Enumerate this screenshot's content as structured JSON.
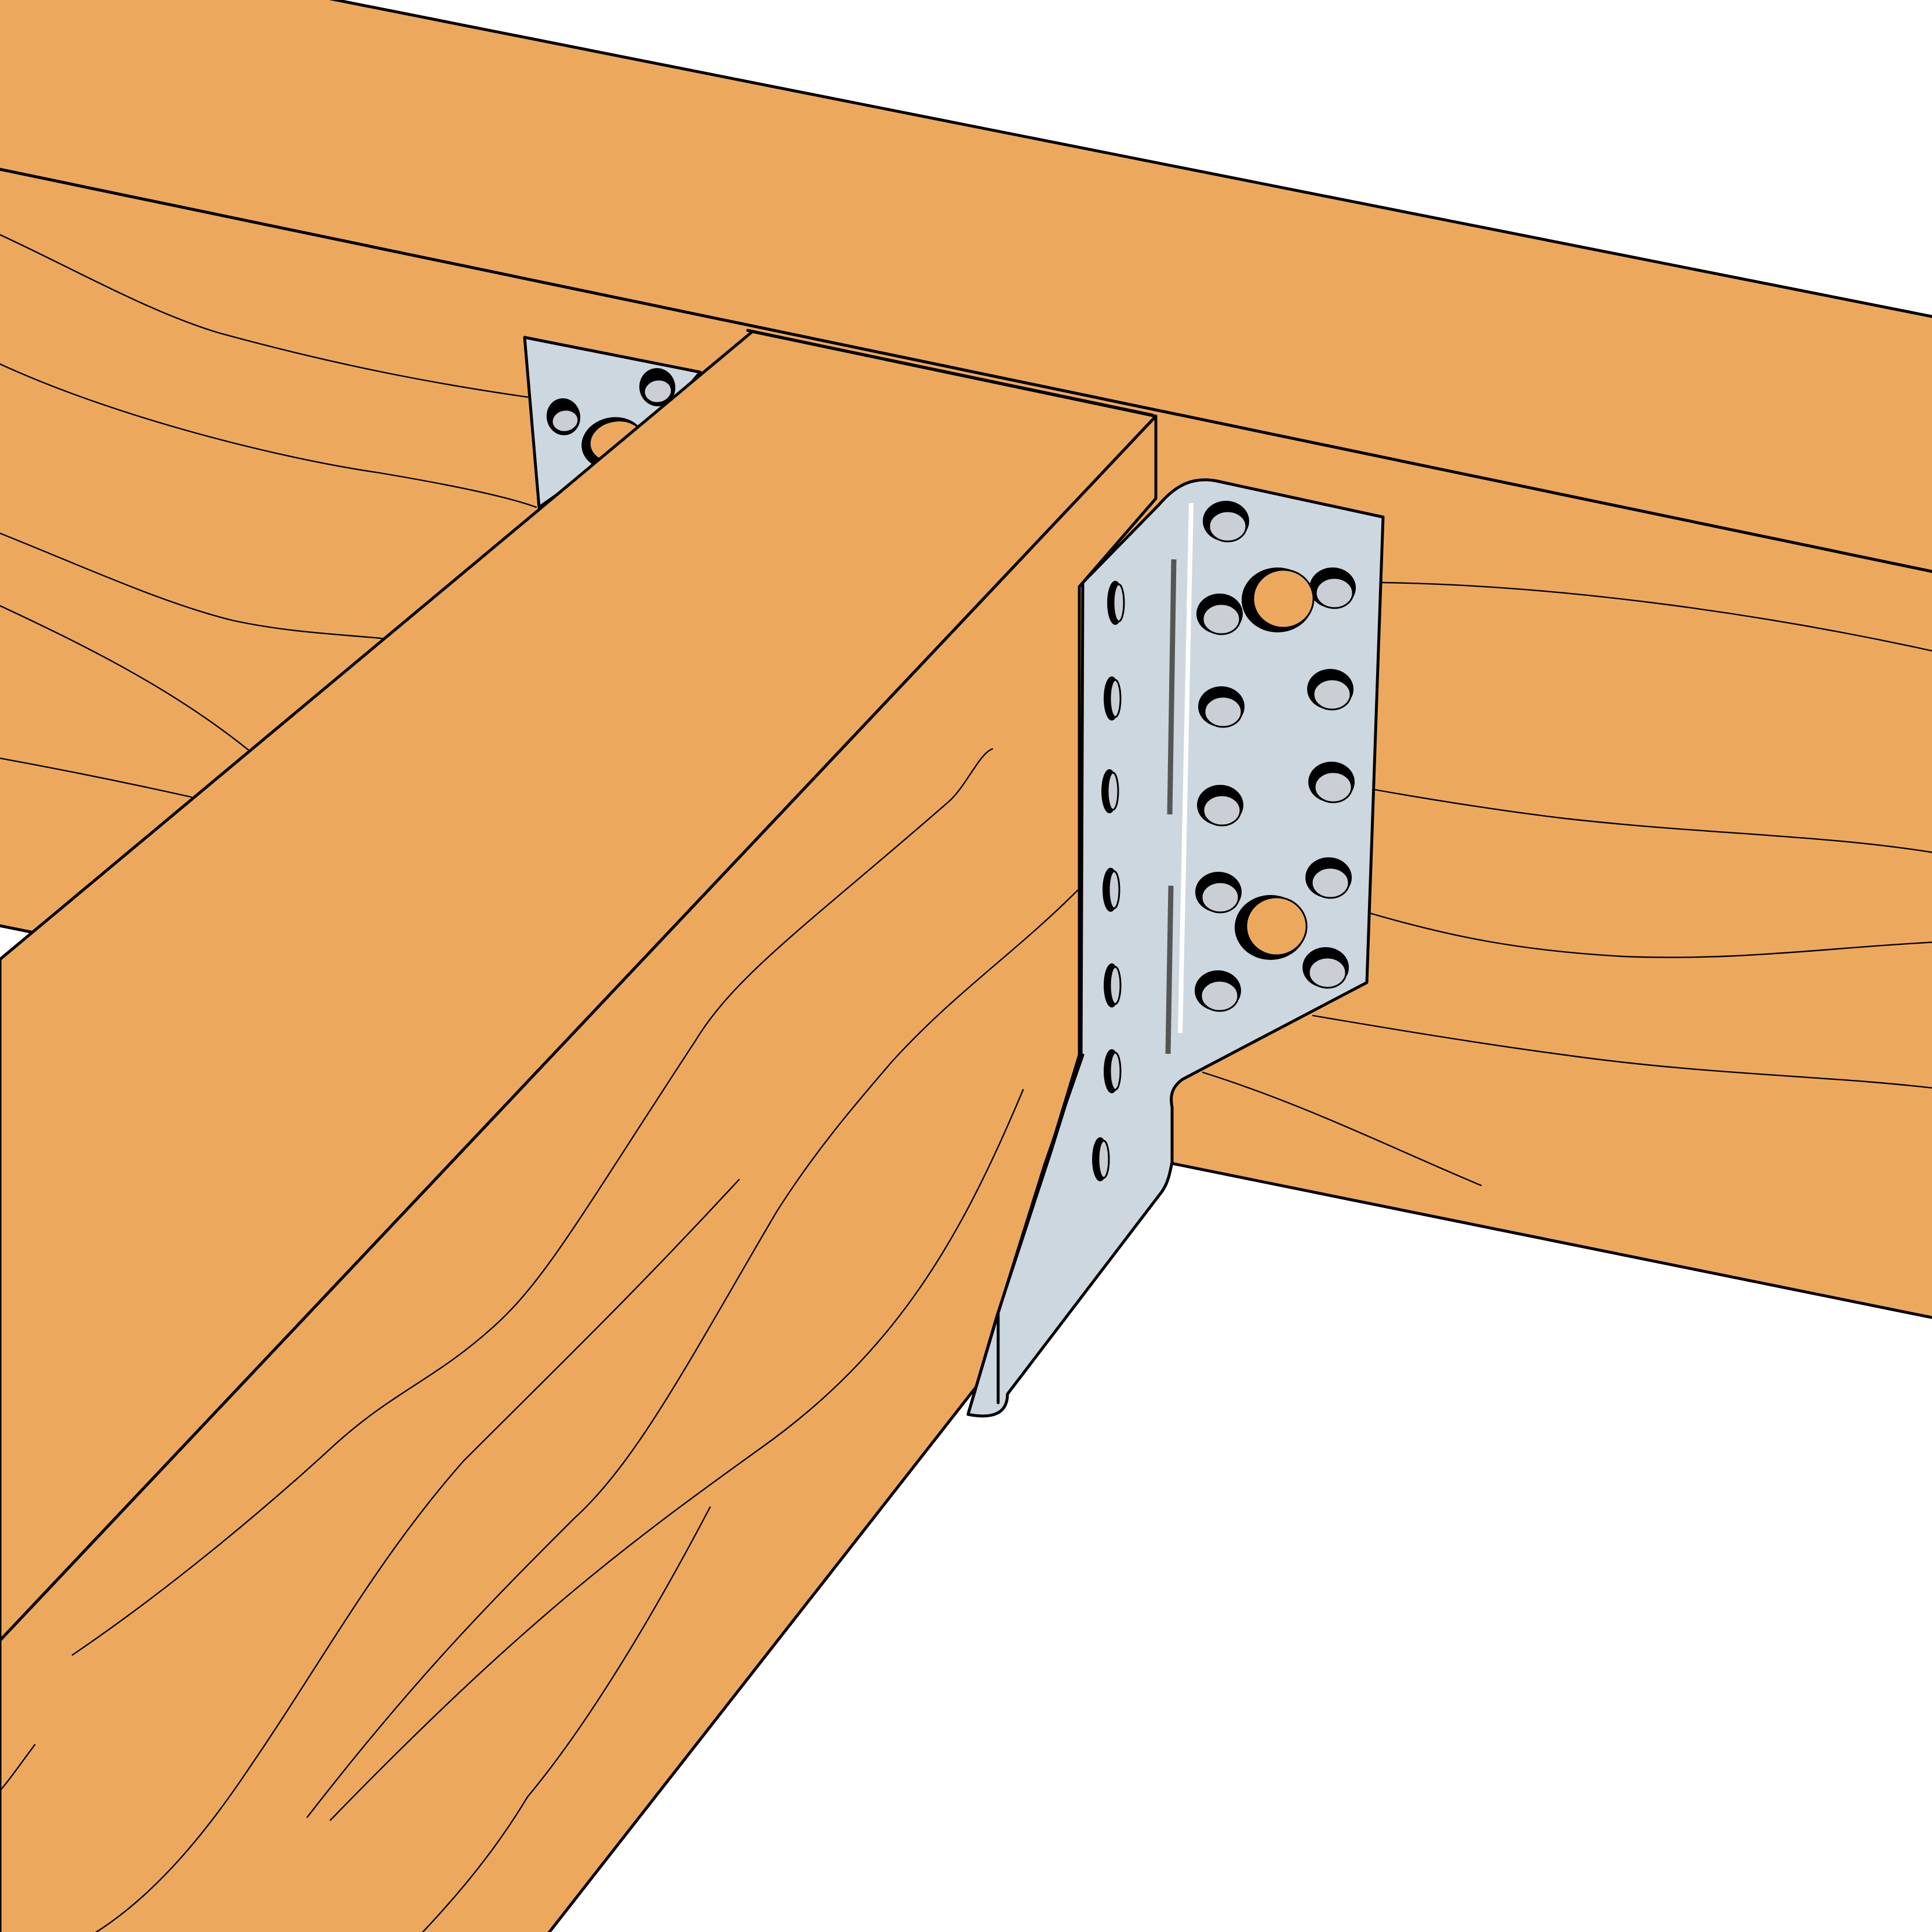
{
  "colors": {
    "wood": "#ECA95E",
    "steel": "#CDD7DF",
    "hole": "#C9CFD4",
    "outline": "#000000",
    "background": "#FFFFFF"
  },
  "components": {
    "header": "wood-header-beam",
    "joist": "wood-joist",
    "hanger": "steel-face-mount-hanger",
    "hanger_hidden_flange": "steel-hanger-far-flange"
  }
}
